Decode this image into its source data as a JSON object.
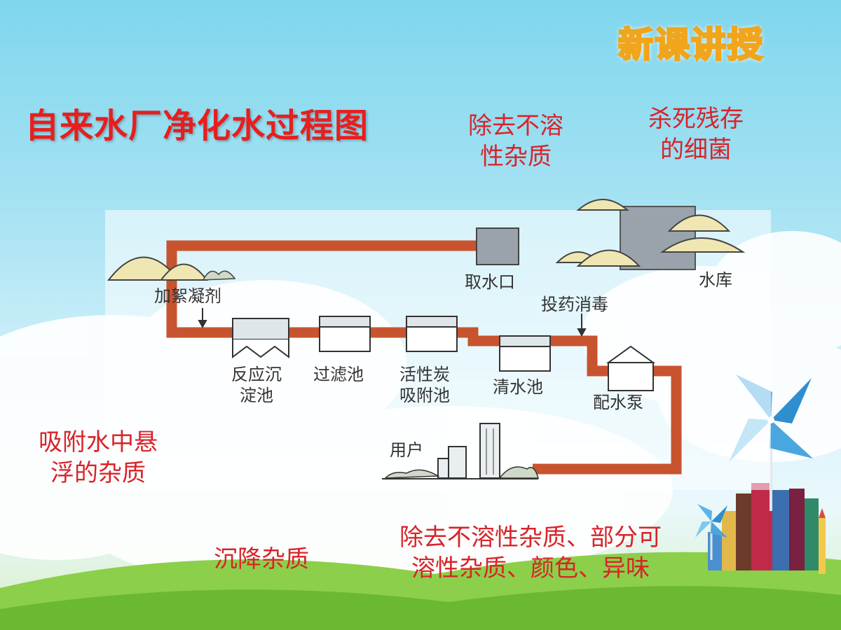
{
  "slide_title": "自来水厂净化水过程图",
  "badge": "新课讲授",
  "diagram": {
    "labels": {
      "intake": "取水口",
      "reservoir": "水库",
      "coagulant": "加絮凝剂",
      "disinfect": "投药消毒",
      "sedimentation_line1": "反应沉",
      "sedimentation_line2": "淀池",
      "filter": "过滤池",
      "carbon_line1": "活性炭",
      "carbon_line2": "吸附池",
      "clear_water": "清水池",
      "pump": "配水泵",
      "users": "用户"
    }
  },
  "annotations": {
    "insoluble_line1": "除去不溶",
    "insoluble_line2": "性杂质",
    "kill_line1": "杀死残存",
    "kill_line2": "的细菌",
    "adsorb_line1": "吸附水中悬",
    "adsorb_line2": "浮的杂质",
    "settle": "沉降杂质",
    "carbon_line1": "除去不溶性杂质、部分可",
    "carbon_line2": "溶性杂质、颜色、异味"
  },
  "colors": {
    "title": "#e81e1e",
    "annotation": "#d8242a",
    "pipe": "#c8532f",
    "badge_fill": "#ffe86a",
    "badge_outline": "#f0a51d"
  },
  "icons": [
    "pinwheel-icon",
    "books-icon",
    "pencil-icon",
    "cloud-icon",
    "tree-icon"
  ]
}
